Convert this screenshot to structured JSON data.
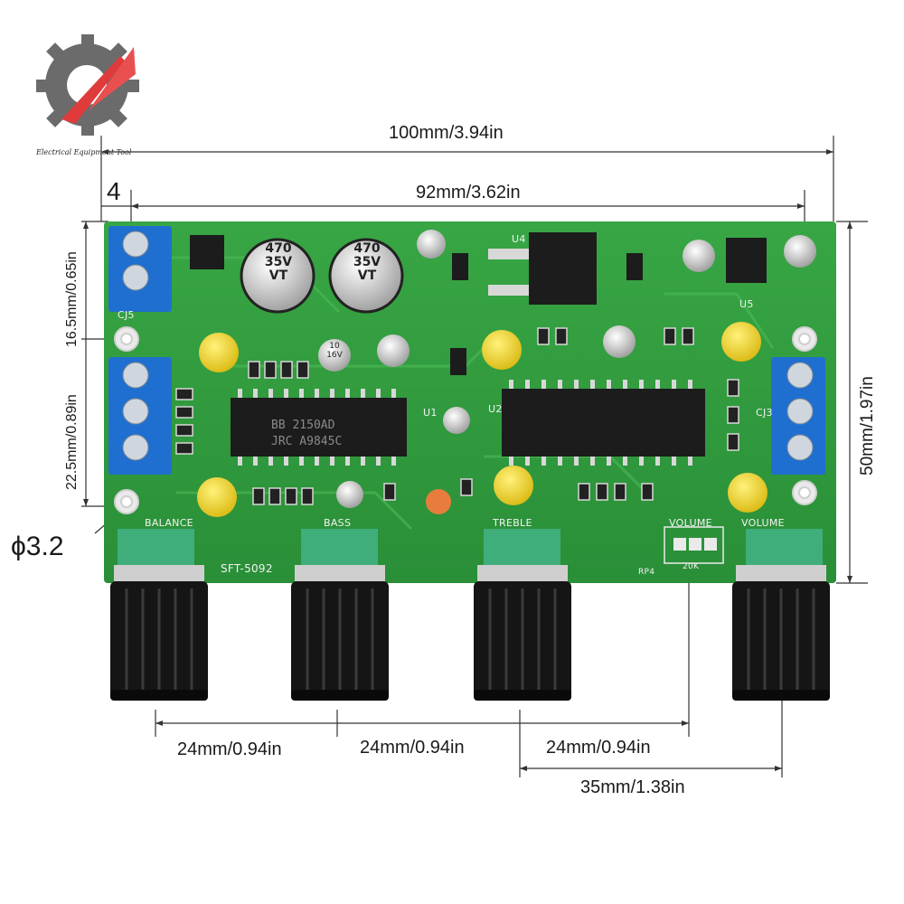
{
  "logo": {
    "caption": "Electrical Equipment Tool"
  },
  "dimensions": {
    "overall_width": "100mm/3.94in",
    "hole_pitch_width": "92mm/3.62in",
    "edge_offset": "4",
    "top_section_height": "16.5mm/0.65in",
    "middle_section_height": "22.5mm/0.89in",
    "board_height": "50mm/1.97in",
    "hole_diameter": "ϕ3.2",
    "knob_spacing_1": "24mm/0.94in",
    "knob_spacing_2": "24mm/0.94in",
    "knob_spacing_3": "24mm/0.94in",
    "last_knob_spacing": "35mm/1.38in"
  },
  "board": {
    "model": "SFT-5092",
    "labels": {
      "balance": "BALANCE",
      "bass": "BASS",
      "treble": "TREBLE",
      "volume_header": "VOLUME",
      "volume": "VOLUME",
      "pot_value": "20K",
      "cj5": "CJ5",
      "cj3": "CJ3",
      "u1": "U1",
      "u2": "U2",
      "u4": "U4",
      "u5": "U5",
      "rp4": "RP4",
      "chip1_line1": "BB 2150AD",
      "chip1_line2": "JRC A9845C"
    },
    "capacitors": {
      "big1_value": "470",
      "big1_voltage": "35V",
      "big1_series": "VT",
      "big2_value": "470",
      "big2_voltage": "35V",
      "big2_series": "VT",
      "small_value": "10",
      "small_voltage": "16V"
    }
  },
  "colors": {
    "pcb_green": "#2e9a3a",
    "terminal_blue": "#1f6fd0",
    "cap_yellow": "#f2d22a",
    "knob_black": "#151515",
    "pot_green": "#3fae7a"
  }
}
